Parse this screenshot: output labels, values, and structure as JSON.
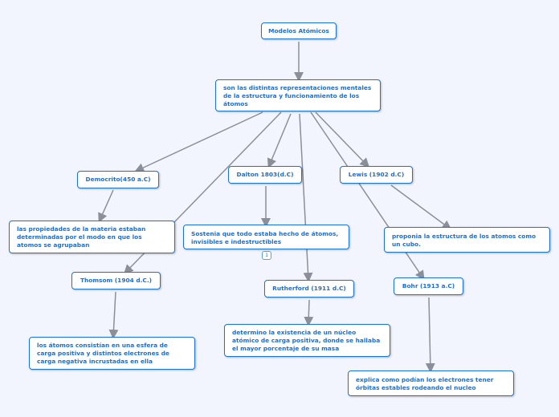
{
  "nodes": {
    "title": "Modelos Atómicos",
    "root": "son las distintas representaciones mentales de la estructura y funcionamiento de los átomos",
    "democrito": "Democrito(450 a.C)",
    "dalton": "Dalton 1803(d.C)",
    "lewis": "Lewis (1902 d.C)",
    "propiedades": "las propiedades de la materia estaban determinadas por el modo en que los atomos se agrupaban",
    "sostenia": "Sostenia que todo estaba hecho de átomos, invisibles e indestructibles",
    "sostenia_badge": "1",
    "proponia": "proponia la estructura de los atomos como un cubo.",
    "thomsom": "Thomsom (1904 d.C.)",
    "rutherford": "Rutherford (1911 d.C)",
    "bohr": "Bohr (1913 a.C)",
    "esfera": "los átomos consistían en una esfera de carga positiva y distintos electrones de carga negativa incrustadas en ella",
    "determino": "determino la existencia de un núcleo atómico de carga positiva, donde se hallaba el mayor porcentaje de su masa",
    "explica": "explica como podían los electrones tener órbitas estables rodeando el nucleo"
  },
  "colors": {
    "node_border": "#1a73d9",
    "text": "#1a6fd6",
    "edge": "#8a8f99",
    "background": "#f2f5fd"
  }
}
